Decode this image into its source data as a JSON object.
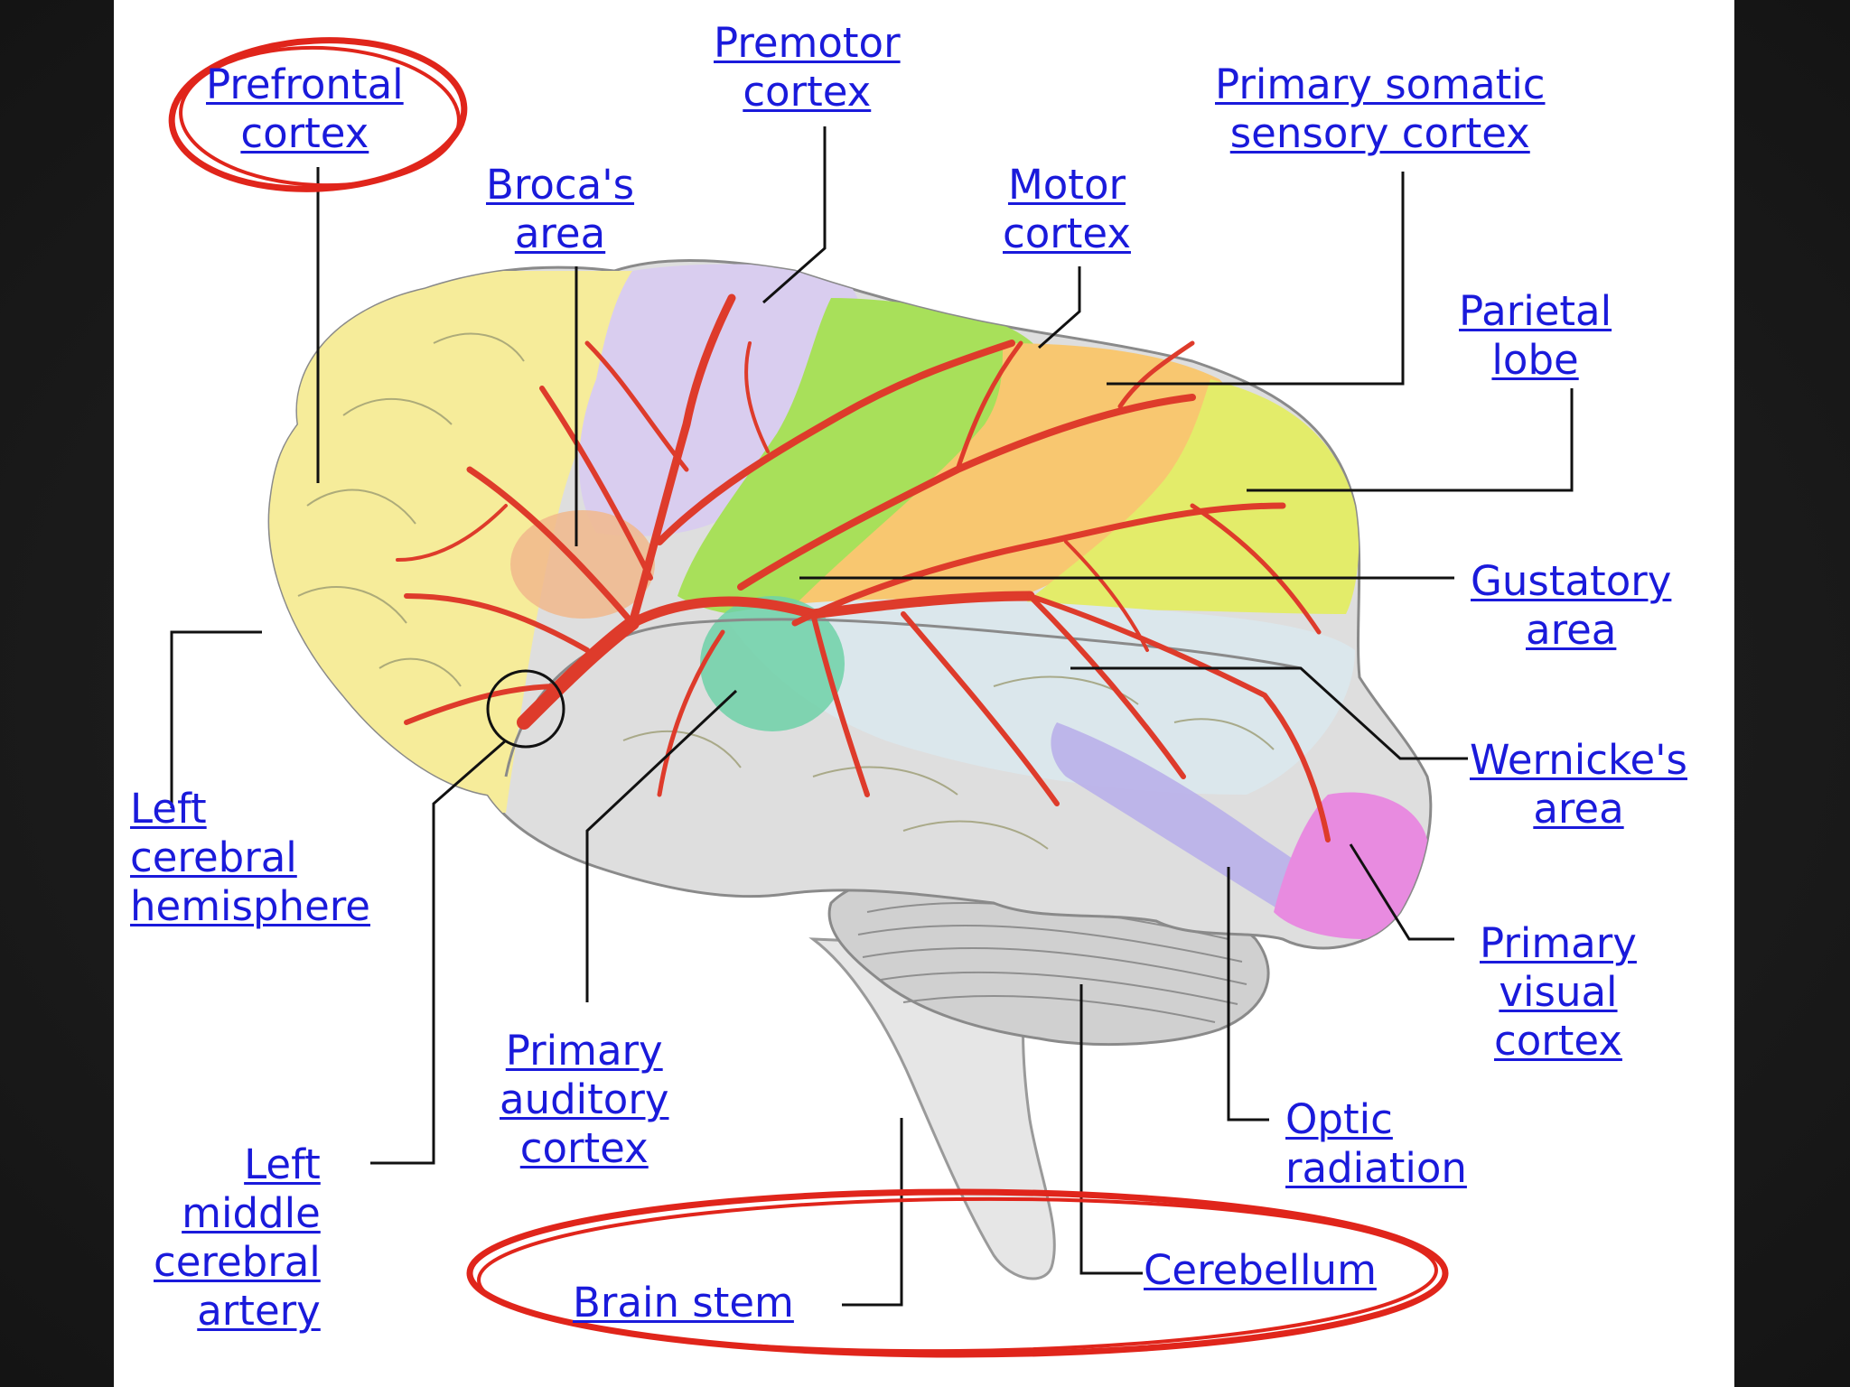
{
  "labels": {
    "prefrontal": [
      "Prefrontal",
      "cortex"
    ],
    "premotor": [
      "Premotor",
      "cortex"
    ],
    "somatic": [
      "Primary somatic",
      "sensory cortex"
    ],
    "broca": [
      "Broca's",
      "area"
    ],
    "motor": [
      "Motor",
      "cortex"
    ],
    "parietal": [
      "Parietal",
      "lobe"
    ],
    "gustatory": [
      "Gustatory",
      "area"
    ],
    "wernicke": [
      "Wernicke's",
      "area"
    ],
    "visual": [
      "Primary",
      "visual",
      "cortex"
    ],
    "optic": [
      "Optic",
      "radiation"
    ],
    "cerebellum": [
      "Cerebellum"
    ],
    "brainstem": [
      "Brain stem"
    ],
    "hemisphere": [
      "Left",
      "cerebral",
      "hemisphere"
    ],
    "auditory": [
      "Primary",
      "auditory",
      "cortex"
    ],
    "artery": [
      "Left",
      "middle",
      "cerebral",
      "artery"
    ]
  },
  "colors": {
    "link": "#1a1adb",
    "annotation_circle": "#e0251b",
    "artery": "#de3b2b",
    "prefrontal_region": "#f6ec9a",
    "premotor_region": "#d9cdef",
    "motor_region": "#a8e05a",
    "somatic_region": "#f8c770",
    "parietal_region": "#e3ec6a",
    "auditory_region": "#6fd1a8",
    "visual_region": "#e88be0",
    "optic_region": "#b9b0ea",
    "brain_gray": "#dedede"
  }
}
